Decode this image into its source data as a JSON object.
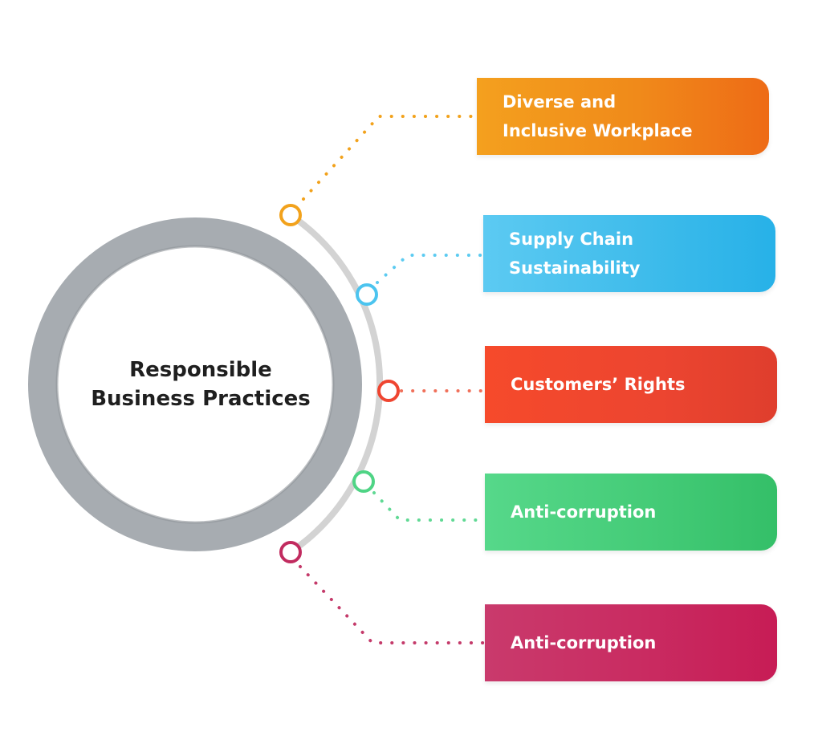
{
  "center": {
    "title_line1": "Responsible",
    "title_line2": "Business Practices"
  },
  "items": [
    {
      "line1": "Diverse and",
      "line2": "Inclusive Workplace",
      "color": "#f49a1d"
    },
    {
      "line1": "Supply Chain",
      "line2": "Sustainability",
      "color": "#3fbdec"
    },
    {
      "line1": "Customers’ Rights",
      "line2": "",
      "color": "#ee4530"
    },
    {
      "line1": "Anti-corruption",
      "line2": "",
      "color": "#45cc78"
    },
    {
      "line1": "Anti-corruption",
      "line2": "",
      "color": "#c7285c"
    }
  ],
  "ring_color": "#a4a9ad",
  "arc_color": "#d2d2d2"
}
